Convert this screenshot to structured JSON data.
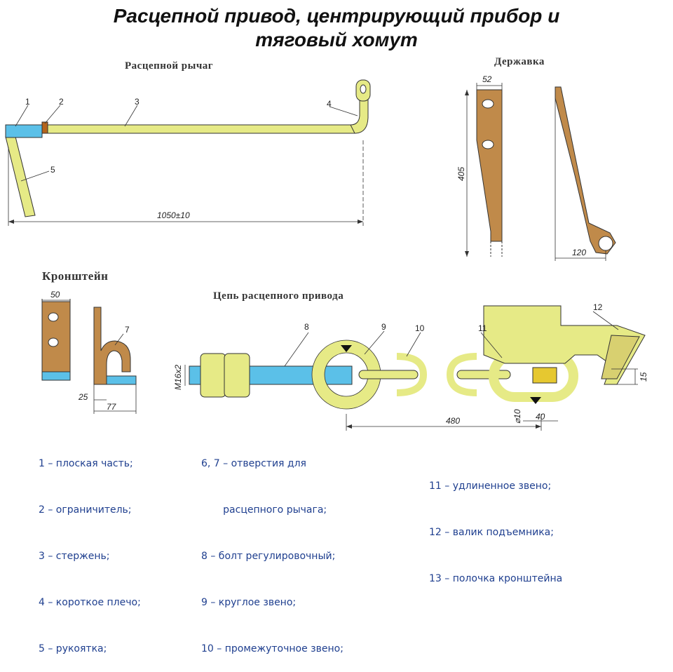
{
  "title_line1": "Расцепной привод, центрирующий прибор и",
  "title_line2": "тяговый хомут",
  "captions": {
    "lever": "Расцепной рычаг",
    "holder": "Державка",
    "bracket": "Кронштейн",
    "chain": "Цепь расцепного привода"
  },
  "lever_labels": {
    "n1": "1",
    "n2": "2",
    "n3": "3",
    "n4": "4",
    "n5": "5",
    "length": "1050±10"
  },
  "holder_dims": {
    "width": "52",
    "height": "405",
    "offset": "120"
  },
  "bracket_dims": {
    "width": "50",
    "d25": "25",
    "d77": "77",
    "n7": "7"
  },
  "chain_labels": {
    "n8": "8",
    "n9": "9",
    "n10": "10",
    "n11": "11",
    "n12": "12",
    "thread": "M16x2",
    "d480": "480",
    "d40": "40",
    "d15": "15",
    "d10": "⌀10"
  },
  "legend_left": [
    "1 – плоская часть;",
    "2 – ограничитель;",
    "3 – стержень;",
    "4 – короткое плечо;",
    "5 – рукоятка;"
  ],
  "legend_mid": [
    "6, 7 – отверстия для",
    "       расцепного рычага;",
    "8 – болт регулировочный;",
    "9 – круглое звено;",
    "10 – промежуточное звено;"
  ],
  "legend_right": [
    "11 – удлиненное звено;",
    "12 – валик подъемника;",
    "13 – полочка кронштейна"
  ],
  "colors": {
    "yellow": "#e6ea86",
    "blue": "#5bc0e8",
    "brown": "#c08a4a",
    "line": "#333333"
  }
}
